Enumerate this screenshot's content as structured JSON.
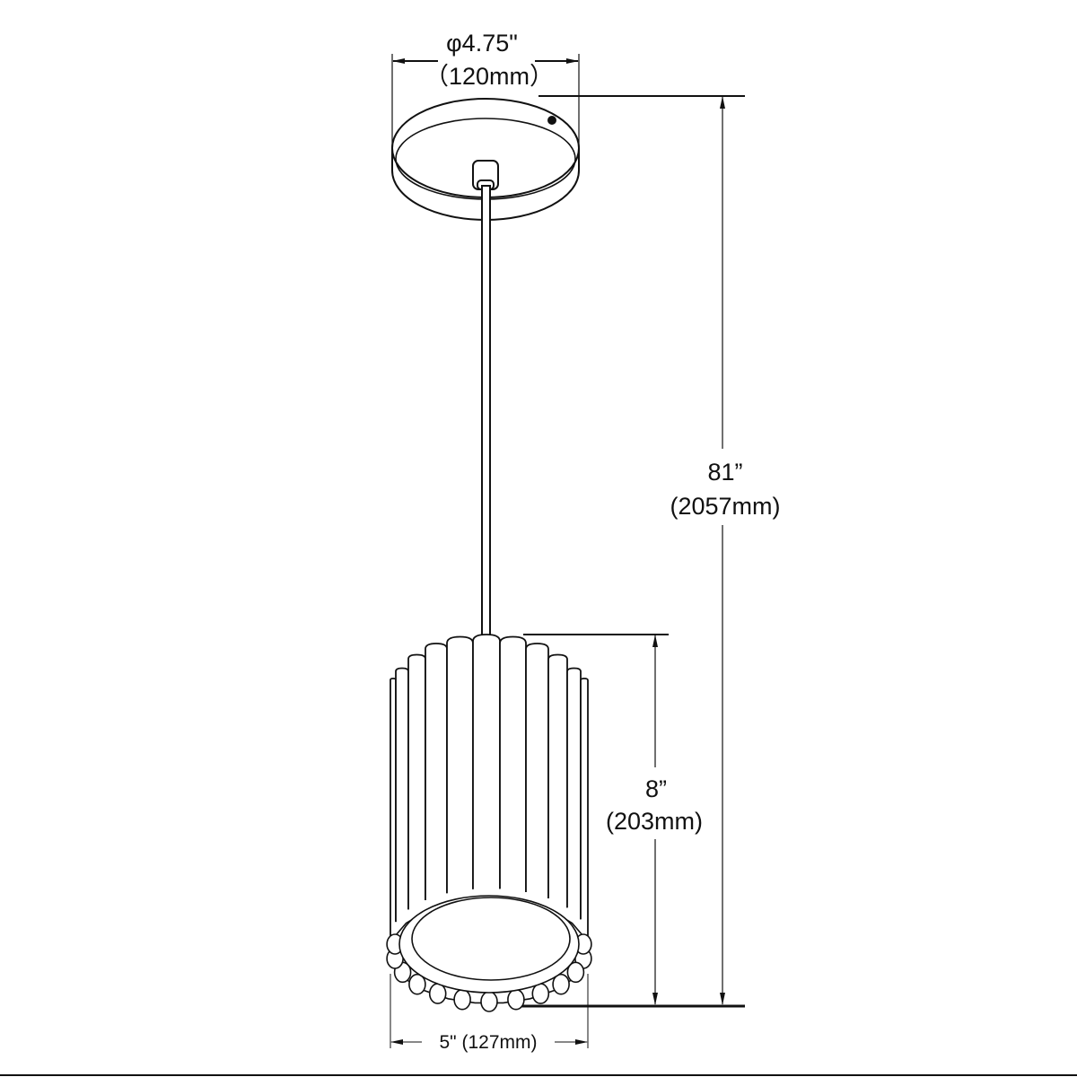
{
  "canopy_dimension": {
    "imperial": "φ4.75\"",
    "metric": "（120mm）"
  },
  "overall_height": {
    "imperial": "81”",
    "metric": "(2057mm)"
  },
  "shade_height": {
    "imperial": "8”",
    "metric": "(203mm)"
  },
  "shade_width": {
    "label": "5\" (127mm)"
  },
  "line_color": "#111111"
}
